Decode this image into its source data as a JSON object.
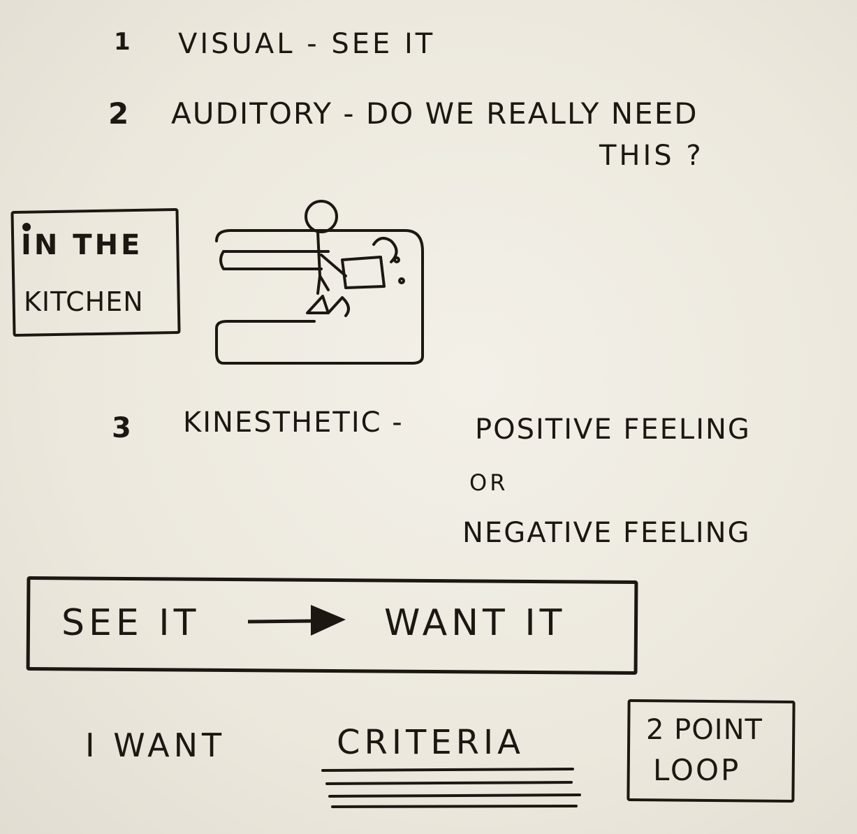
{
  "items": [
    {
      "number": "1",
      "label": "VISUAL - SEE IT"
    },
    {
      "number": "2",
      "label": "AUDITORY - DO WE REALLY NEED",
      "continuation": "THIS ?"
    },
    {
      "number": "3",
      "label": "KINESTHETIC -",
      "options": [
        "POSITIVE FEELING",
        "OR",
        "NEGATIVE FEELING"
      ]
    }
  ],
  "kitchen_box": {
    "line1": "IN THE",
    "line2": "KITCHEN"
  },
  "flow_box": {
    "from": "SEE IT",
    "to": "WANT IT"
  },
  "criteria": {
    "prefix": "I WANT",
    "word": "CRITERIA"
  },
  "loop_box": {
    "line1": "2 POINT",
    "line2": "LOOP"
  },
  "ink_color": "#1c1711",
  "paper_color": "#efebe2"
}
